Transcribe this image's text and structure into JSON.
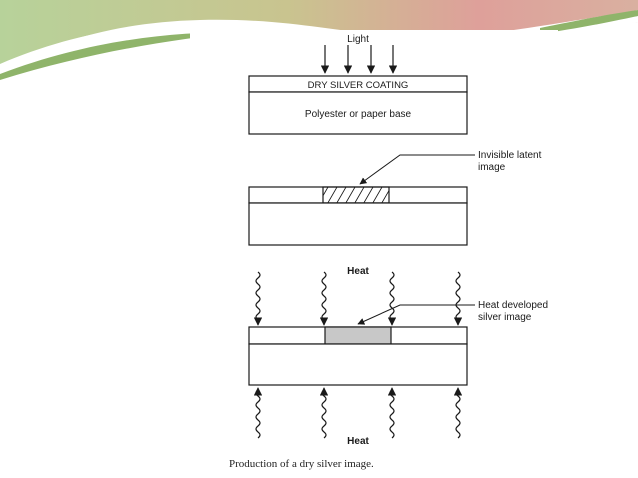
{
  "labels": {
    "light": "Light",
    "coating": "DRY SILVER COATING",
    "base": "Polyester or paper base",
    "latent_line1": "Invisible latent",
    "latent_line2": "image",
    "heat_top": "Heat",
    "developed_line1": "Heat developed",
    "developed_line2": "silver image",
    "heat_bottom": "Heat"
  },
  "caption": "Production of a dry silver image.",
  "colors": {
    "banner_green": "#b9d39a",
    "banner_red": "#d98a86",
    "ink": "#1a1a1a",
    "silver_fill": "#c8c8c8"
  }
}
